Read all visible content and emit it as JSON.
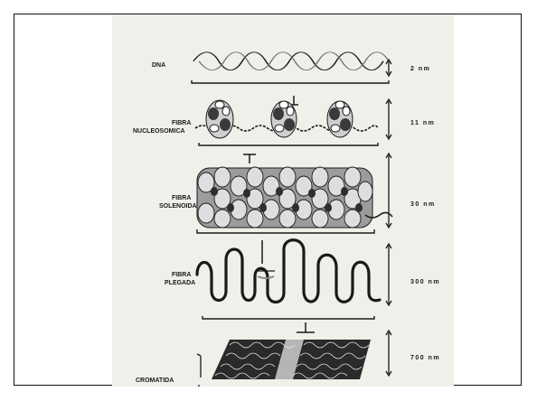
{
  "stages": [
    {
      "label_lines": [
        "DNA"
      ],
      "size": "2 nm"
    },
    {
      "label_lines": [
        "FIBRA",
        "NUCLEOSOMICA"
      ],
      "size": "11 nm"
    },
    {
      "label_lines": [
        "FIBRA",
        "SOLENOIDAL"
      ],
      "size": "30 nm"
    },
    {
      "label_lines": [
        "FIBRA",
        "PLEGADA"
      ],
      "size": "300 nm"
    },
    {
      "label_lines": [
        "CROMATIDA"
      ],
      "size": "700 nm"
    }
  ],
  "colors": {
    "background": "#f0efe9",
    "ink": "#1a1a1a",
    "frame": "#111111"
  }
}
